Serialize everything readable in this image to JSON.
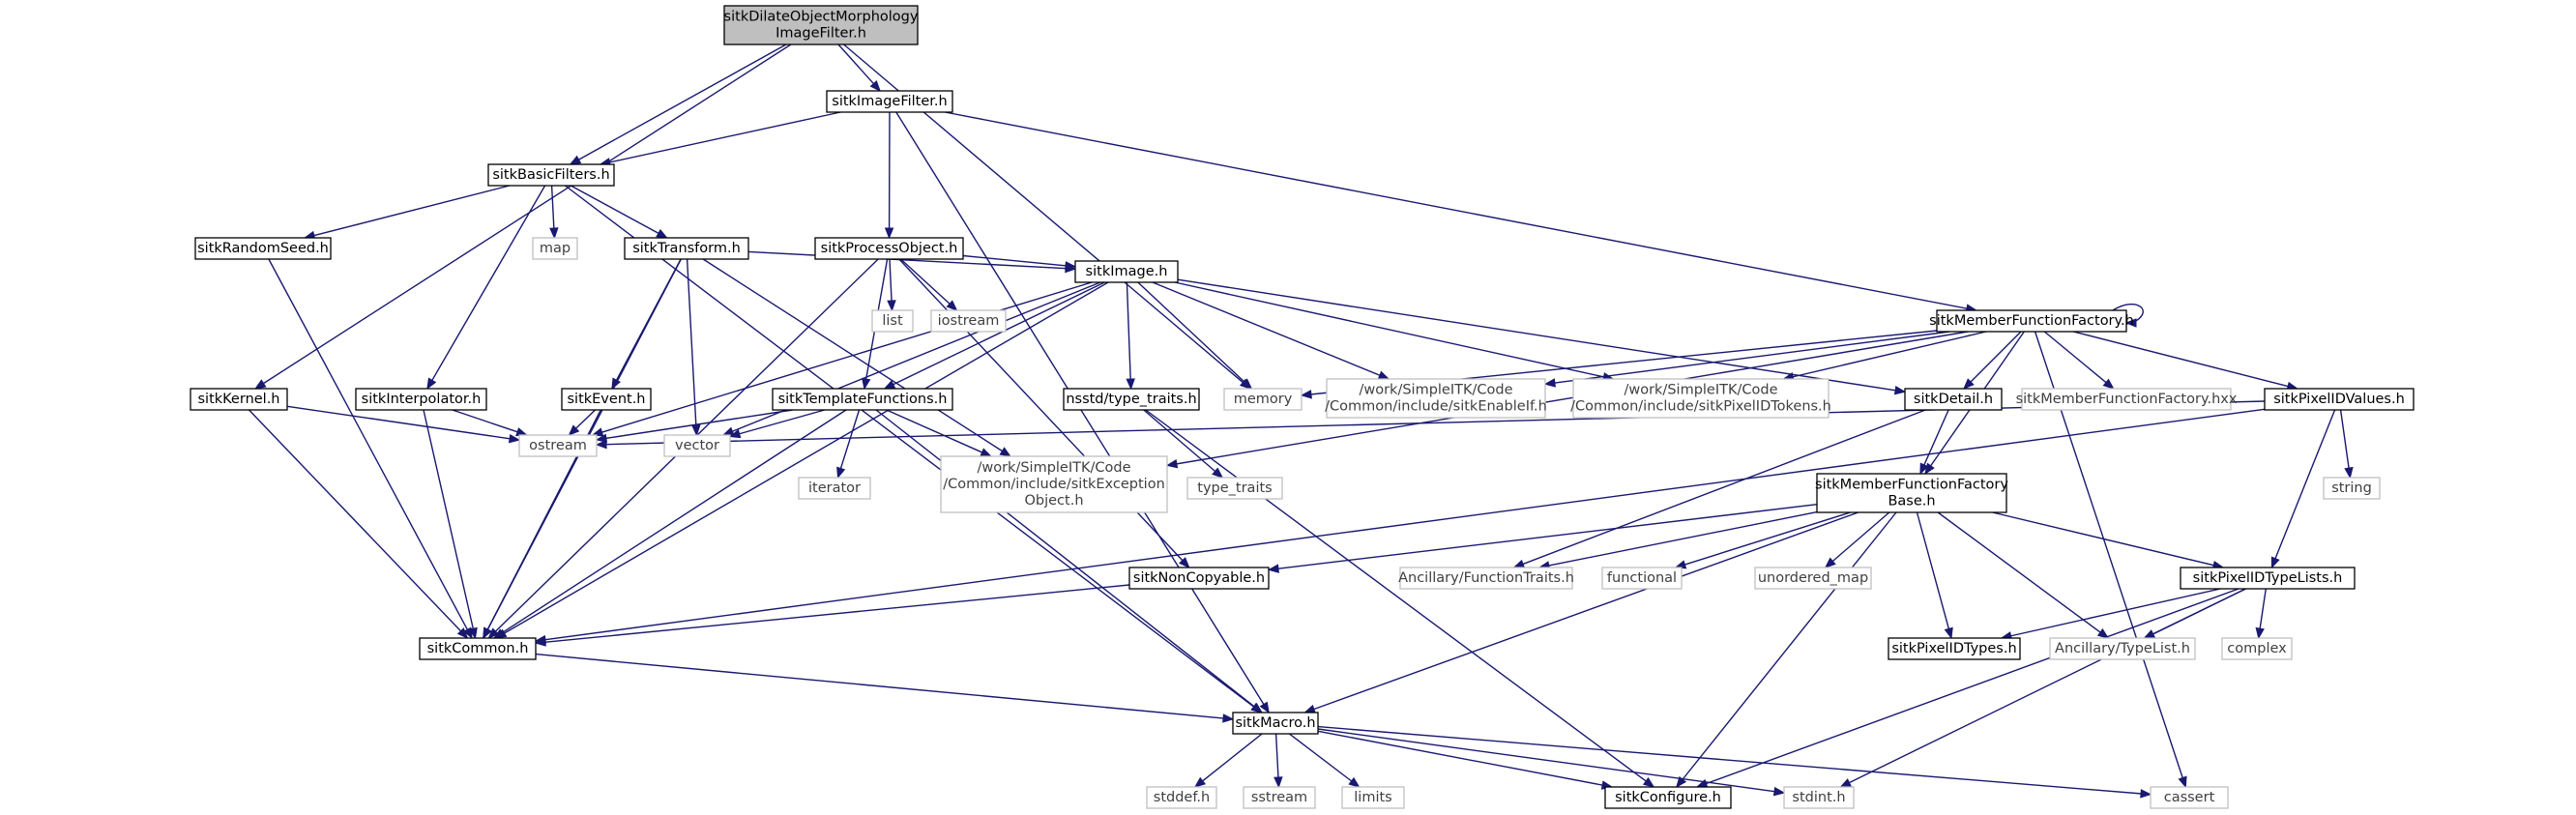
{
  "graph": {
    "nodes": [
      {
        "id": "root",
        "kind": "root",
        "lines": [
          "sitkDilateObjectMorphology",
          "ImageFilter.h"
        ]
      },
      {
        "id": "imagefilter",
        "kind": "local",
        "lines": [
          "sitkImageFilter.h"
        ]
      },
      {
        "id": "basicfilters",
        "kind": "local",
        "lines": [
          "sitkBasicFilters.h"
        ]
      },
      {
        "id": "randomseed",
        "kind": "local",
        "lines": [
          "sitkRandomSeed.h"
        ]
      },
      {
        "id": "map",
        "kind": "external",
        "lines": [
          "map"
        ]
      },
      {
        "id": "transform",
        "kind": "local",
        "lines": [
          "sitkTransform.h"
        ]
      },
      {
        "id": "processobject",
        "kind": "local",
        "lines": [
          "sitkProcessObject.h"
        ]
      },
      {
        "id": "list",
        "kind": "external",
        "lines": [
          "list"
        ]
      },
      {
        "id": "iostream",
        "kind": "external",
        "lines": [
          "iostream"
        ]
      },
      {
        "id": "image",
        "kind": "local",
        "lines": [
          "sitkImage.h"
        ]
      },
      {
        "id": "mff",
        "kind": "local",
        "lines": [
          "sitkMemberFunctionFactory.h"
        ]
      },
      {
        "id": "kernel",
        "kind": "local",
        "lines": [
          "sitkKernel.h"
        ]
      },
      {
        "id": "interpolator",
        "kind": "local",
        "lines": [
          "sitkInterpolator.h"
        ]
      },
      {
        "id": "event",
        "kind": "local",
        "lines": [
          "sitkEvent.h"
        ]
      },
      {
        "id": "templatefunctions",
        "kind": "local",
        "lines": [
          "sitkTemplateFunctions.h"
        ]
      },
      {
        "id": "nsstd",
        "kind": "local",
        "lines": [
          "nsstd/type_traits.h"
        ]
      },
      {
        "id": "memory",
        "kind": "external",
        "lines": [
          "memory"
        ]
      },
      {
        "id": "enableif",
        "kind": "external",
        "lines": [
          "/work/SimpleITK/Code",
          "/Common/include/sitkEnableIf.h"
        ]
      },
      {
        "id": "pixelidtokens",
        "kind": "external",
        "lines": [
          "/work/SimpleITK/Code",
          "/Common/include/sitkPixelIDTokens.h"
        ]
      },
      {
        "id": "detail",
        "kind": "local",
        "lines": [
          "sitkDetail.h"
        ]
      },
      {
        "id": "mffhxx",
        "kind": "external",
        "lines": [
          "sitkMemberFunctionFactory.hxx"
        ]
      },
      {
        "id": "pixelidvalues",
        "kind": "local",
        "lines": [
          "sitkPixelIDValues.h"
        ]
      },
      {
        "id": "ostream",
        "kind": "external",
        "lines": [
          "ostream"
        ]
      },
      {
        "id": "vector",
        "kind": "external",
        "lines": [
          "vector"
        ]
      },
      {
        "id": "iterator",
        "kind": "external",
        "lines": [
          "iterator"
        ]
      },
      {
        "id": "exception",
        "kind": "external",
        "lines": [
          "/work/SimpleITK/Code",
          "/Common/include/sitkException",
          "Object.h"
        ]
      },
      {
        "id": "type_traits",
        "kind": "external",
        "lines": [
          "type_traits"
        ]
      },
      {
        "id": "mffbase",
        "kind": "local",
        "lines": [
          "sitkMemberFunctionFactory",
          "Base.h"
        ]
      },
      {
        "id": "string",
        "kind": "external",
        "lines": [
          "string"
        ]
      },
      {
        "id": "noncopyable",
        "kind": "local",
        "lines": [
          "sitkNonCopyable.h"
        ]
      },
      {
        "id": "functiontraits",
        "kind": "external",
        "lines": [
          "Ancillary/FunctionTraits.h"
        ]
      },
      {
        "id": "functional",
        "kind": "external",
        "lines": [
          "functional"
        ]
      },
      {
        "id": "unordered_map",
        "kind": "external",
        "lines": [
          "unordered_map"
        ]
      },
      {
        "id": "pixelidtypelists",
        "kind": "local",
        "lines": [
          "sitkPixelIDTypeLists.h"
        ]
      },
      {
        "id": "common",
        "kind": "local",
        "lines": [
          "sitkCommon.h"
        ]
      },
      {
        "id": "pixelidtypes",
        "kind": "local",
        "lines": [
          "sitkPixelIDTypes.h"
        ]
      },
      {
        "id": "typelist",
        "kind": "external",
        "lines": [
          "Ancillary/TypeList.h"
        ]
      },
      {
        "id": "complex",
        "kind": "external",
        "lines": [
          "complex"
        ]
      },
      {
        "id": "macro",
        "kind": "local",
        "lines": [
          "sitkMacro.h"
        ]
      },
      {
        "id": "stddef",
        "kind": "external",
        "lines": [
          "stddef.h"
        ]
      },
      {
        "id": "sstream",
        "kind": "external",
        "lines": [
          "sstream"
        ]
      },
      {
        "id": "limits",
        "kind": "external",
        "lines": [
          "limits"
        ]
      },
      {
        "id": "configure",
        "kind": "local",
        "lines": [
          "sitkConfigure.h"
        ]
      },
      {
        "id": "stdint",
        "kind": "external",
        "lines": [
          "stdint.h"
        ]
      },
      {
        "id": "cassert",
        "kind": "external",
        "lines": [
          "cassert"
        ]
      }
    ],
    "edges": [
      [
        "root",
        "imagefilter"
      ],
      [
        "root",
        "basicfilters"
      ],
      [
        "root",
        "kernel"
      ],
      [
        "root",
        "memory"
      ],
      [
        "imagefilter",
        "basicfilters"
      ],
      [
        "imagefilter",
        "processobject"
      ],
      [
        "imagefilter",
        "mff"
      ],
      [
        "imagefilter",
        "macro"
      ],
      [
        "basicfilters",
        "randomseed"
      ],
      [
        "basicfilters",
        "map"
      ],
      [
        "basicfilters",
        "transform"
      ],
      [
        "basicfilters",
        "interpolator"
      ],
      [
        "basicfilters",
        "macro"
      ],
      [
        "randomseed",
        "common"
      ],
      [
        "transform",
        "image"
      ],
      [
        "transform",
        "event"
      ],
      [
        "transform",
        "vector"
      ],
      [
        "transform",
        "exception"
      ],
      [
        "transform",
        "common"
      ],
      [
        "processobject",
        "list"
      ],
      [
        "processobject",
        "iostream"
      ],
      [
        "processobject",
        "image"
      ],
      [
        "processobject",
        "templatefunctions"
      ],
      [
        "processobject",
        "noncopyable"
      ],
      [
        "processobject",
        "common"
      ],
      [
        "image",
        "memory"
      ],
      [
        "image",
        "enableif"
      ],
      [
        "image",
        "pixelidtokens"
      ],
      [
        "image",
        "detail"
      ],
      [
        "image",
        "nsstd"
      ],
      [
        "image",
        "templatefunctions"
      ],
      [
        "image",
        "vector"
      ],
      [
        "image",
        "common"
      ],
      [
        "image",
        "ostream"
      ],
      [
        "mff",
        "mff"
      ],
      [
        "mff",
        "memory"
      ],
      [
        "mff",
        "enableif"
      ],
      [
        "mff",
        "pixelidtokens"
      ],
      [
        "mff",
        "detail"
      ],
      [
        "mff",
        "mffhxx"
      ],
      [
        "mff",
        "pixelidvalues"
      ],
      [
        "mff",
        "exception"
      ],
      [
        "mff",
        "mffbase"
      ],
      [
        "mff",
        "cassert"
      ],
      [
        "kernel",
        "ostream"
      ],
      [
        "kernel",
        "common"
      ],
      [
        "interpolator",
        "ostream"
      ],
      [
        "interpolator",
        "common"
      ],
      [
        "event",
        "ostream"
      ],
      [
        "event",
        "common"
      ],
      [
        "templatefunctions",
        "ostream"
      ],
      [
        "templatefunctions",
        "vector"
      ],
      [
        "templatefunctions",
        "iterator"
      ],
      [
        "templatefunctions",
        "exception"
      ],
      [
        "templatefunctions",
        "common"
      ],
      [
        "templatefunctions",
        "macro"
      ],
      [
        "nsstd",
        "type_traits"
      ],
      [
        "nsstd",
        "configure"
      ],
      [
        "detail",
        "mffbase"
      ],
      [
        "detail",
        "functiontraits"
      ],
      [
        "pixelidvalues",
        "string"
      ],
      [
        "pixelidvalues",
        "pixelidtypelists"
      ],
      [
        "pixelidvalues",
        "ostream"
      ],
      [
        "pixelidvalues",
        "common"
      ],
      [
        "mffbase",
        "noncopyable"
      ],
      [
        "mffbase",
        "functiontraits"
      ],
      [
        "mffbase",
        "functional"
      ],
      [
        "mffbase",
        "unordered_map"
      ],
      [
        "mffbase",
        "pixelidtypelists"
      ],
      [
        "mffbase",
        "pixelidtypes"
      ],
      [
        "mffbase",
        "typelist"
      ],
      [
        "mffbase",
        "macro"
      ],
      [
        "mffbase",
        "configure"
      ],
      [
        "noncopyable",
        "common"
      ],
      [
        "pixelidtypelists",
        "pixelidtypes"
      ],
      [
        "pixelidtypelists",
        "typelist"
      ],
      [
        "pixelidtypelists",
        "complex"
      ],
      [
        "pixelidtypelists",
        "configure"
      ],
      [
        "pixelidtypelists",
        "stdint"
      ],
      [
        "common",
        "macro"
      ],
      [
        "macro",
        "stddef"
      ],
      [
        "macro",
        "sstream"
      ],
      [
        "macro",
        "limits"
      ],
      [
        "macro",
        "configure"
      ],
      [
        "macro",
        "stdint"
      ],
      [
        "macro",
        "cassert"
      ]
    ]
  }
}
